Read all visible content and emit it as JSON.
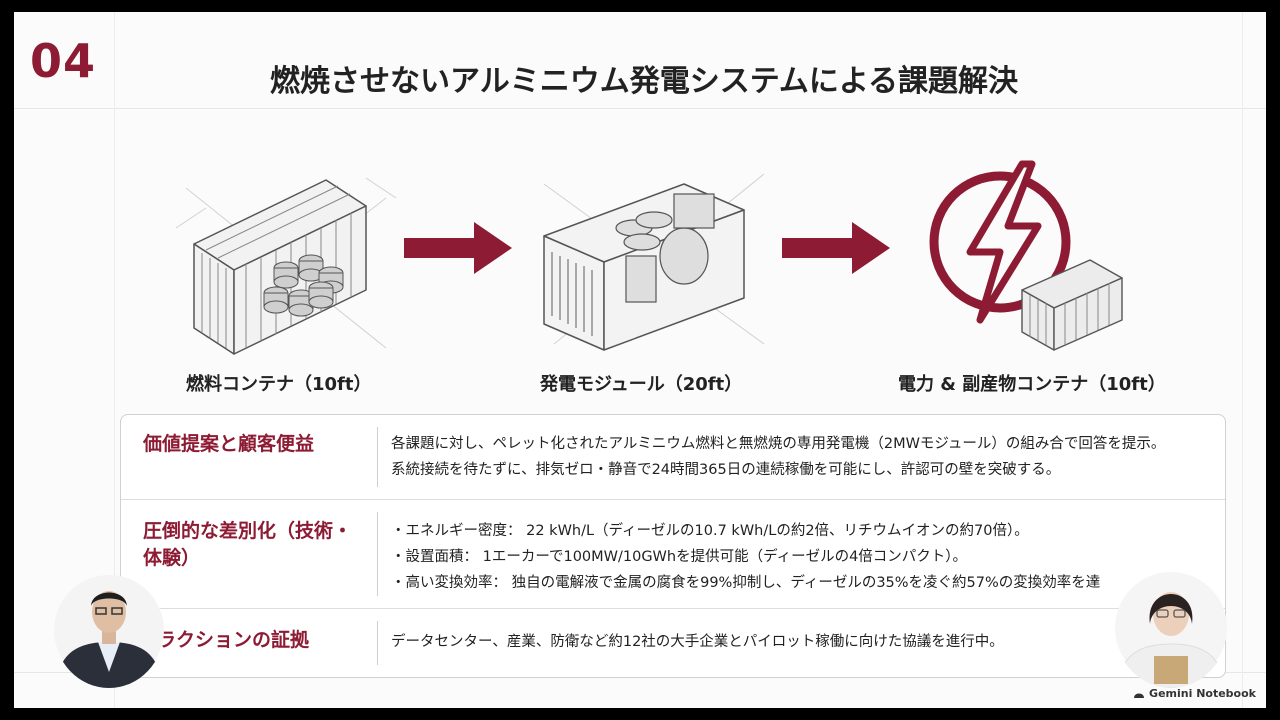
{
  "slide": {
    "number": "04",
    "title": "燃焼させないアルミニウム発電システムによる課題解決"
  },
  "flow": {
    "step1_caption": "燃料コンテナ（10ft）",
    "step2_caption": "発電モジュール（20ft）",
    "step3_caption": "電力 & 副産物コンテナ（10ft）",
    "accent_color": "#8c1b33"
  },
  "table": {
    "rows": [
      {
        "label": "価値提案と顧客便益",
        "lines": [
          "各課題に対し、ペレット化されたアルミニウム燃料と無燃焼の専用発電機（2MWモジュール）の組み合で回答を提示。",
          "系統接続を待たずに、排気ゼロ・静音で24時間365日の連続稼働を可能にし、許認可の壁を突破する。"
        ]
      },
      {
        "label_line1": "圧倒的な差別化（技術・",
        "label_line2": "体験）",
        "lines": [
          "・エネルギー密度：  22 kWh/L（ディーゼルの10.7 kWh/Lの約2倍、リチウムイオンの約70倍）。",
          "・設置面積：  1エーカーで100MW/10GWhを提供可能（ディーゼルの4倍コンパクト）。",
          "・高い変換効率：  独自の電解液で金属の腐食を99%抑制し、ディーゼルの35%を凌ぐ約57%の変換効率を達"
        ]
      },
      {
        "label": "ラクションの証拠",
        "lines": [
          "データセンター、産業、防衛など約12社の大手企業とパイロット稼働に向けた協議を進行中。"
        ]
      }
    ]
  },
  "brand": {
    "name": "Gemini Notebook",
    "icon": "notebook-logo-icon"
  },
  "participants": [
    {
      "icon": "presenter-male-avatar"
    },
    {
      "icon": "presenter-female-avatar"
    }
  ]
}
